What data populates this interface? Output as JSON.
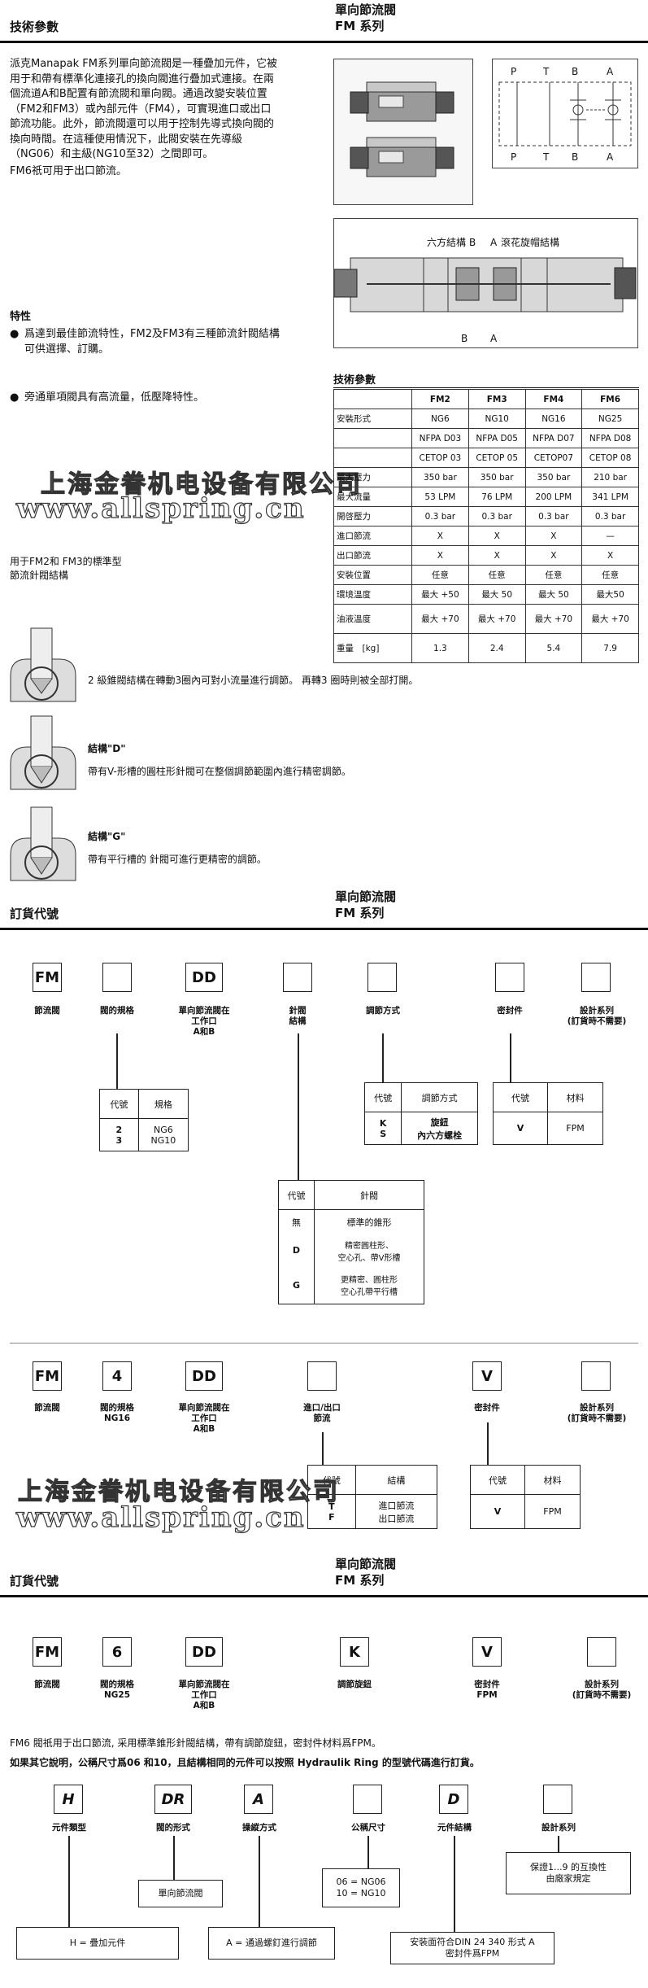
{
  "header1": {
    "left": "技術參數",
    "right_line1": "單向節流閥",
    "right_line2": "FM 系列"
  },
  "intro": [
    "派克Manapak FM系列單向節流閥是一種疊加元件，它被",
    "用于和帶有標準化連接孔的換向閥進行疊加式連接。在兩",
    "個流道A和B配置有節流閥和單向閥。通過改變安裝位置",
    "（FM2和FM3）或內部元件（FM4），可實現進口或出口",
    "節流功能。此外，節流閥還可以用于控制先導式換向閥的",
    "換向時間。在這種使用情況下，此閥安裝在先導級",
    "（NG06）和主級(NG10至32）之間即可。",
    "FM6祇可用于出口節流。"
  ],
  "symbol": {
    "top": [
      "P",
      "T",
      "B",
      "A"
    ],
    "bottom": [
      "P",
      "T",
      "B",
      "A"
    ]
  },
  "section_labels": {
    "hex": "六方結構",
    "knurl": "滾花旋帽結構",
    "B": "B",
    "A": "A",
    "B2": "B",
    "A2": "A"
  },
  "features_title": "特性",
  "features": [
    [
      "爲達到最佳節流特性，FM2及FM3有三種節流針閥結構",
      "可供選擇、訂購。"
    ],
    [
      "旁通單項閥具有高流量，低壓降特性。"
    ]
  ],
  "watermark": {
    "cn": "上海金眷机电设备有限公司",
    "url": "www.allspring.cn"
  },
  "spec_title": "技術參數",
  "spec": {
    "headers": [
      "",
      "FM2",
      "FM3",
      "FM4",
      "FM6"
    ],
    "rows": [
      [
        "安裝形式",
        "NG6",
        "NG10",
        "NG16",
        "NG25"
      ],
      [
        "",
        "NFPA D03",
        "NFPA D05",
        "NFPA D07",
        "NFPA D08"
      ],
      [
        "",
        "CETOP 03",
        "CETOP 05",
        "CETOP07",
        "CETOP 08"
      ],
      [
        "最大壓力",
        "350 bar",
        "350 bar",
        "350 bar",
        "210 bar"
      ],
      [
        "最大流量",
        "53 LPM",
        "76 LPM",
        "200 LPM",
        "341 LPM"
      ],
      [
        "開啓壓力",
        "0.3 bar",
        "0.3 bar",
        "0.3 bar",
        "0.3 bar"
      ],
      [
        "進口節流",
        "X",
        "X",
        "X",
        "—"
      ],
      [
        "出口節流",
        "X",
        "X",
        "X",
        "X"
      ],
      [
        "安裝位置",
        "任意",
        "任意",
        "任意",
        "任意"
      ],
      [
        "環境溫度",
        "最大 +50",
        "最大 50",
        "最大 50",
        "最大50"
      ],
      [
        "油液溫度",
        "最大 +70",
        "最大 +70",
        "最大 +70",
        "最大 +70"
      ],
      [
        "重量　[kg]",
        "1.3",
        "2.4",
        "5.4",
        "7.9"
      ]
    ]
  },
  "needle_caption": [
    "用于FM2和 FM3的標準型",
    "節流針閥結構"
  ],
  "needle_items": [
    {
      "title": "",
      "text": "2 級錐閥結構在轉動3圈內可對小流量進行調節。 再轉3 圈時則被全部打開。"
    },
    {
      "title": "結構\"D\"",
      "text": "帶有V-形槽的圓柱形針閥可在整個調節範圍內進行精密調節。"
    },
    {
      "title": "結構\"G\"",
      "text": "帶有平行槽的 針閥可進行更精密的調節。"
    }
  ],
  "order1": {
    "title": "訂貨代號",
    "right_line1": "單向節流閥",
    "right_line2": "FM 系列",
    "boxes": [
      "FM",
      "",
      "DD",
      "",
      "",
      "",
      ""
    ],
    "labels": [
      "節流閥",
      "閥的規格",
      "單向節流閥在\n工作口\nA和B",
      "針閥\n結構",
      "調節方式",
      "密封件",
      "設計系列\n(訂貨時不需要)"
    ],
    "size_table": {
      "head": [
        "代號",
        "規格"
      ],
      "rows": [
        [
          "2",
          "NG6"
        ],
        [
          "3",
          "NG10"
        ]
      ]
    },
    "adj_table": {
      "head": [
        "代號",
        "調節方式"
      ],
      "rows": [
        [
          "K",
          "旋鈕"
        ],
        [
          "S",
          "內六方螺栓"
        ]
      ]
    },
    "seal_table": {
      "head": [
        "代號",
        "材料"
      ],
      "rows": [
        [
          "V",
          "FPM"
        ]
      ]
    },
    "needle_table": {
      "head": [
        "代號",
        "針閥"
      ],
      "rows": [
        [
          "無",
          "標準的錐形"
        ],
        [
          "D",
          "精密圓柱形、\n空心孔、帶V形槽"
        ],
        [
          "G",
          "更精密、圓柱形\n空心孔帶平行槽"
        ]
      ]
    }
  },
  "order2": {
    "boxes": [
      "FM",
      "4",
      "DD",
      "",
      "V",
      ""
    ],
    "labels": [
      "節流閥",
      "閥的規格\nNG16",
      "單向節流閥在\n工作口\nA和B",
      "進口/出口\n節流",
      "密封件",
      "設計系列\n(訂貨時不需要)"
    ],
    "io_table": {
      "head": [
        "代號",
        "結構"
      ],
      "rows": [
        [
          "T",
          "進口節流"
        ],
        [
          "F",
          "出口節流"
        ]
      ]
    },
    "seal_table": {
      "head": [
        "代號",
        "材料"
      ],
      "rows": [
        [
          "V",
          "FPM"
        ]
      ]
    }
  },
  "order3": {
    "title": "訂貨代號",
    "right_line1": "單向節流閥",
    "right_line2": "FM 系列",
    "boxes": [
      "FM",
      "6",
      "DD",
      "K",
      "V",
      ""
    ],
    "labels": [
      "節流閥",
      "閥的規格\nNG25",
      "單向節流閥在\n工作口\nA和B",
      "調節旋鈕",
      "密封件\nFPM",
      "設計系列\n(訂貨時不需要)"
    ],
    "note1": "FM6 閥祇用于出口節流, 采用標準錐形針閥結構，帶有調節旋鈕，密封件材料爲FPM。",
    "note2": "如果其它說明，公稱尺寸爲06 和10，且結構相同的元件可以按照 Hydraulik Ring 的型號代碼進行訂貨。"
  },
  "order4": {
    "boxes": [
      "H",
      "DR",
      "A",
      "",
      "D",
      ""
    ],
    "labels": [
      "元件類型",
      "閥的形式",
      "操縱方式",
      "公稱尺寸",
      "元件結構",
      "設計系列"
    ],
    "desc_type": "H = 疊加元件",
    "desc_valve": "單向節流閥",
    "desc_op": "A = 通過螺釘進行調節",
    "desc_size": "06 = NG06\n10 = NG10",
    "desc_struct": "安裝面符合DIN 24 340 形式 A\n密封件爲FPM",
    "desc_series": "保證1...9 的互換性\n由廠家規定"
  }
}
